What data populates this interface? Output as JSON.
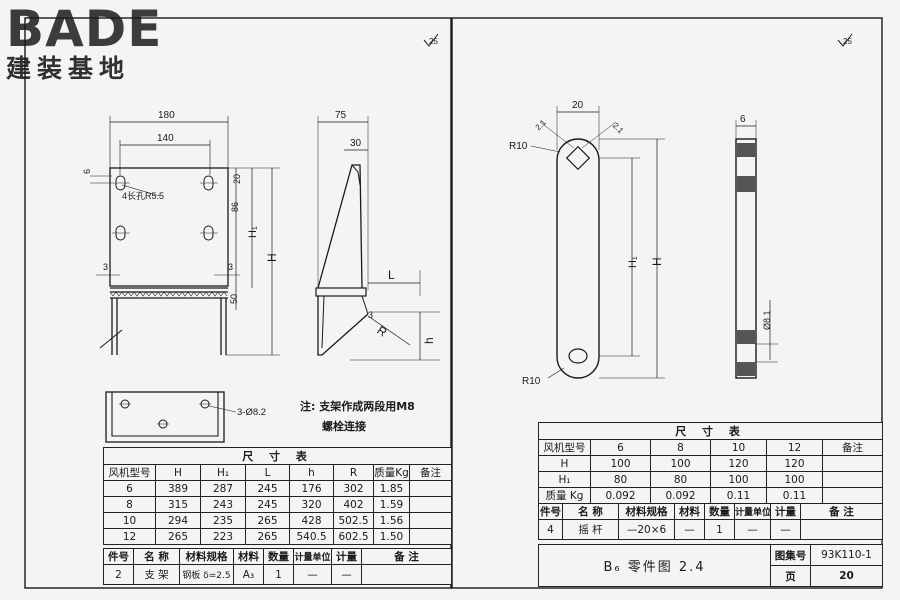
{
  "logo": {
    "brand": "BADE",
    "sub": "建装基地"
  },
  "left_sheet": {
    "roughness": "25",
    "dims": {
      "w180": "180",
      "w140": "140",
      "d6": "6",
      "slot": "4长孔R5.5",
      "d20": "20",
      "d86": "86",
      "h1": "H₁",
      "h": "H",
      "d3a": "3",
      "d3b": "3",
      "d50": "50",
      "w75": "75",
      "w30": "30",
      "L": "L",
      "R": "R",
      "hh": "h",
      "d3c": "3",
      "holes": "3-Ø8.2"
    },
    "note_lines": [
      "注: 支架作成两段用M8",
      "螺栓连接"
    ],
    "size_table": {
      "title": "尺 寸 表",
      "headers": [
        "风机型号",
        "H",
        "H₁",
        "L",
        "h",
        "R",
        "质量Kg",
        "备注"
      ],
      "rows": [
        [
          "6",
          "389",
          "287",
          "245",
          "176",
          "302",
          "1.85",
          ""
        ],
        [
          "8",
          "315",
          "243",
          "245",
          "320",
          "402",
          "1.59",
          ""
        ],
        [
          "10",
          "294",
          "235",
          "265",
          "428",
          "502.5",
          "1.56",
          ""
        ],
        [
          "12",
          "265",
          "223",
          "265",
          "540.5",
          "602.5",
          "1.50",
          ""
        ]
      ]
    },
    "parts_header": [
      "件号",
      "名 称",
      "材料规格",
      "材料",
      "数量",
      "计量单位",
      "计量",
      "备 注"
    ],
    "parts_row": [
      "2",
      "支 架",
      "钢板 δ=2.5",
      "A₃",
      "1",
      "—",
      "—",
      ""
    ]
  },
  "right_sheet": {
    "roughness": "25",
    "dims": {
      "w20": "20",
      "r10a": "R10",
      "r10b": "R10",
      "c1": "2.1",
      "c2": "2.1",
      "h": "H",
      "h1": "H₁",
      "w6": "6",
      "d81": "Ø8.1"
    },
    "size_table": {
      "title": "尺 寸 表",
      "headers": [
        "风机型号",
        "6",
        "8",
        "10",
        "12",
        "备注"
      ],
      "rows": [
        [
          "H",
          "100",
          "100",
          "120",
          "120",
          ""
        ],
        [
          "H₁",
          "80",
          "80",
          "100",
          "100",
          ""
        ],
        [
          "质量 Kg",
          "0.092",
          "0.092",
          "0.11",
          "0.11",
          ""
        ]
      ]
    },
    "parts_header": [
      "件号",
      "名 称",
      "材料规格",
      "材料",
      "数量",
      "计量单位",
      "计量",
      "备 注"
    ],
    "parts_row": [
      "4",
      "摇 杆",
      "—20×6",
      "—",
      "1",
      "—",
      "—",
      ""
    ],
    "title_block": {
      "title": "B₆ 零件图 2.4",
      "atlas_label": "图集号",
      "atlas_no": "93K110-1",
      "page_label": "页",
      "page_no": "20"
    }
  }
}
